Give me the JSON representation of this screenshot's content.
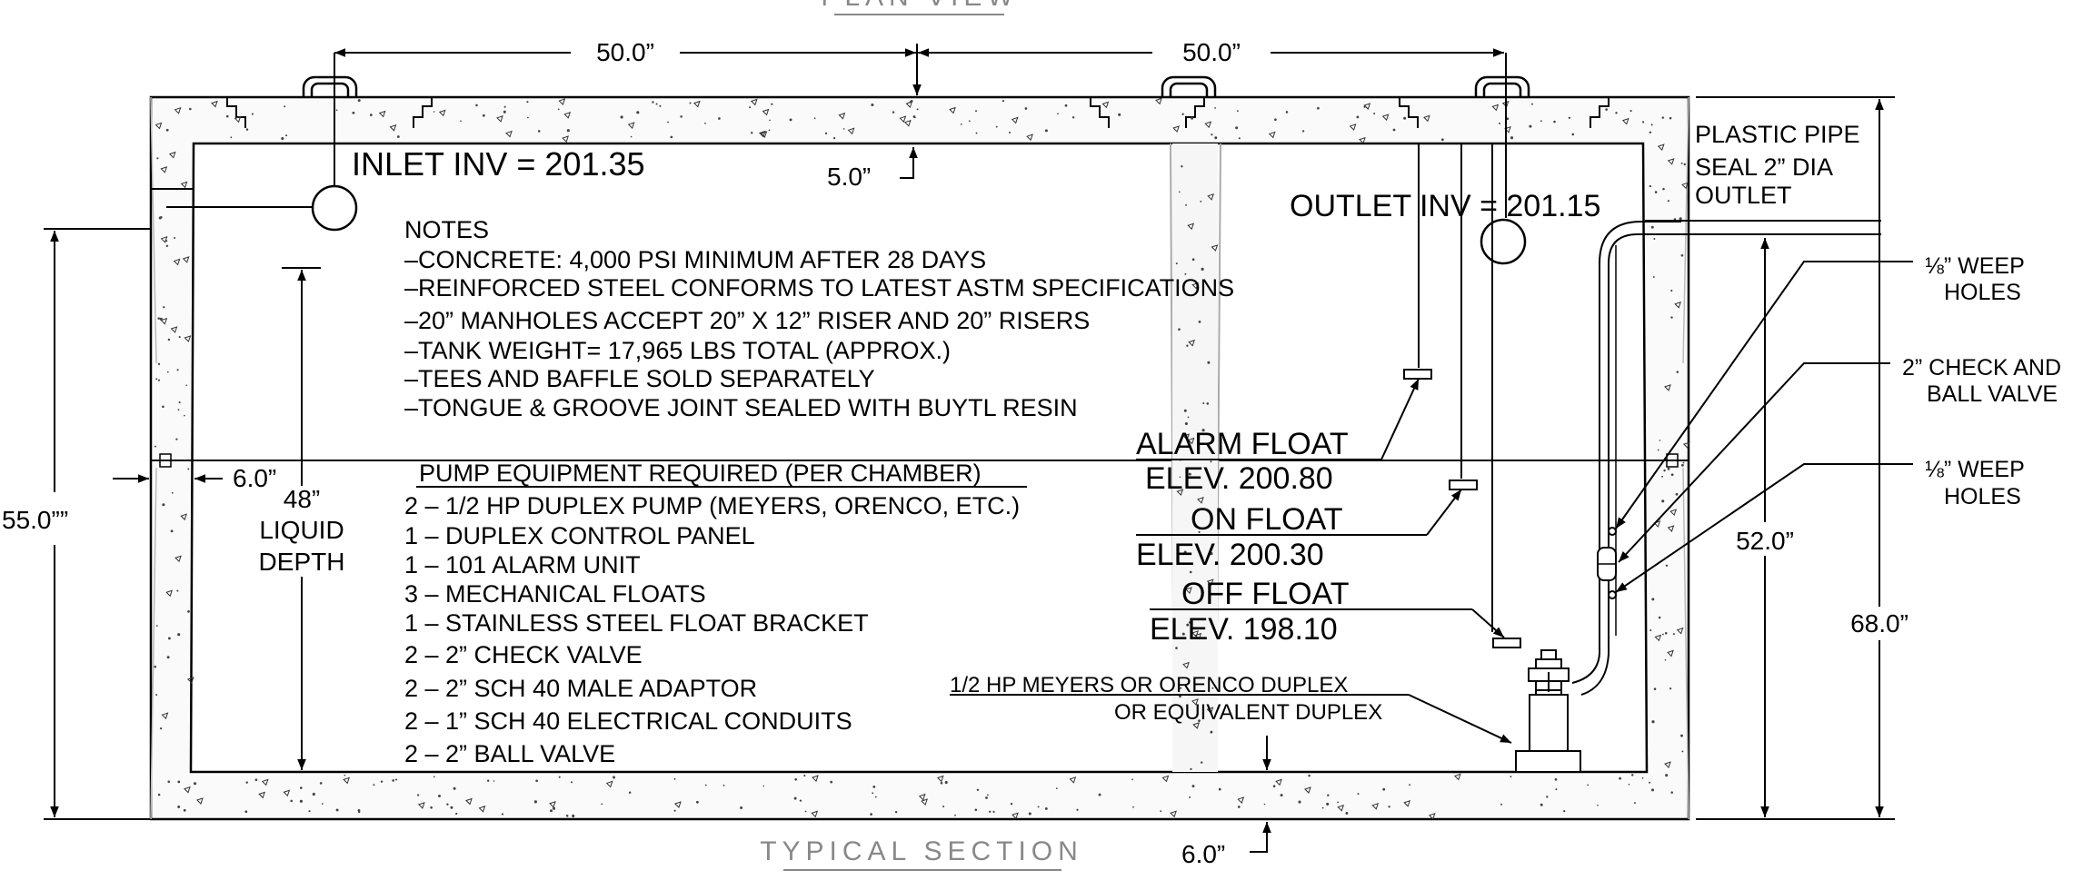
{
  "view_titles": {
    "plan": "PLAN VIEW",
    "section": "TYPICAL SECTION"
  },
  "dimensions": {
    "top_left": "50.0”",
    "top_right": "50.0”",
    "lid": "5.0”",
    "wall": "6.0”",
    "bottom": "6.0”",
    "overall_left": "55.0””",
    "inner_right": "52.0”",
    "overall_right": "68.0”",
    "liquid_value": "48”",
    "liquid_label_1": "LIQUID",
    "liquid_label_2": "DEPTH"
  },
  "inlet": "INLET INV = 201.35",
  "outlet": "OUTLET INV = 201.15",
  "plastic_seal": [
    "PLASTIC PIPE",
    "SEAL 2” DIA",
    "OUTLET"
  ],
  "notes": {
    "title": "NOTES",
    "items": [
      "–CONCRETE: 4,000 PSI MINIMUM AFTER 28 DAYS",
      "–REINFORCED STEEL CONFORMS TO LATEST ASTM SPECIFICATIONS",
      "–20” MANHOLES ACCEPT 20” X 12” RISER AND 20” RISERS",
      "–TANK WEIGHT= 17,965 LBS TOTAL (APPROX.)",
      "–TEES AND BAFFLE SOLD SEPARATELY",
      "–TONGUE & GROOVE JOINT SEALED WITH BUYTL RESIN"
    ]
  },
  "pump": {
    "title": "PUMP EQUIPMENT REQUIRED (PER CHAMBER)",
    "items": [
      "2 – 1/2 HP DUPLEX PUMP (MEYERS, ORENCO, ETC.)",
      "1 – DUPLEX CONTROL PANEL",
      "1 – 101 ALARM UNIT",
      "3 – MECHANICAL FLOATS",
      "1 – STAINLESS STEEL FLOAT BRACKET",
      "2 – 2” CHECK VALVE",
      "2 – 2” SCH 40 MALE ADAPTOR",
      "2 – 1” SCH 40 ELECTRICAL CONDUITS",
      "2 – 2” BALL VALVE"
    ]
  },
  "floats": {
    "alarm_label": "ALARM FLOAT",
    "alarm_elev": "ELEV. 200.80",
    "on_label": "ON FLOAT",
    "on_elev": "ELEV. 200.30",
    "off_label": "OFF FLOAT",
    "off_elev": "ELEV. 198.10"
  },
  "pump_callout": [
    "1/2 HP MEYERS OR ORENCO DUPLEX",
    "OR EQUIVALENT DUPLEX"
  ],
  "callouts": {
    "weep_top": [
      "⅛” WEEP",
      "HOLES"
    ],
    "check_ball": [
      "2” CHECK AND",
      "BALL VALVE"
    ],
    "weep_bottom": [
      "⅛” WEEP",
      "HOLES"
    ]
  }
}
